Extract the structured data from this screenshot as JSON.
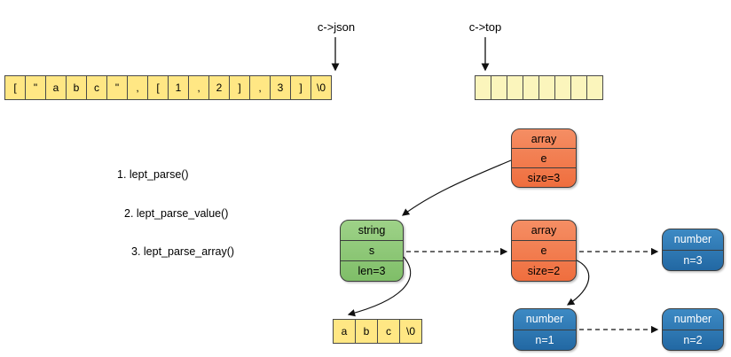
{
  "pointers": {
    "json_label": "c->json",
    "top_label": "c->top"
  },
  "json_buffer": {
    "cells": [
      "[",
      "\"",
      "a",
      "b",
      "c",
      "\"",
      ",",
      "[",
      "1",
      ",",
      "2",
      "]",
      ",",
      "3",
      "]",
      "\\0"
    ]
  },
  "stack": {
    "cell_count": 8
  },
  "call_stack": {
    "lines": [
      "1. lept_parse()",
      "2. lept_parse_value()",
      "3. lept_parse_array()"
    ]
  },
  "nodes": {
    "array_root": {
      "type": "array",
      "member": "e",
      "detail": "size=3"
    },
    "string_node": {
      "type": "string",
      "member": "s",
      "detail": "len=3"
    },
    "array_child": {
      "type": "array",
      "member": "e",
      "detail": "size=2"
    },
    "number_n3": {
      "type": "number",
      "detail": "n=3"
    },
    "number_n1": {
      "type": "number",
      "detail": "n=1"
    },
    "number_n2": {
      "type": "number",
      "detail": "n=2"
    }
  },
  "string_buffer": {
    "cells": [
      "a",
      "b",
      "c",
      "\\0"
    ]
  },
  "colors": {
    "array_node": "#F4794B",
    "string_node": "#90C97B",
    "number_node": "#2E7BB8",
    "buffer_cell": "#FFE784",
    "stack_cell": "#FBF5BC",
    "arrow": "#111111"
  }
}
